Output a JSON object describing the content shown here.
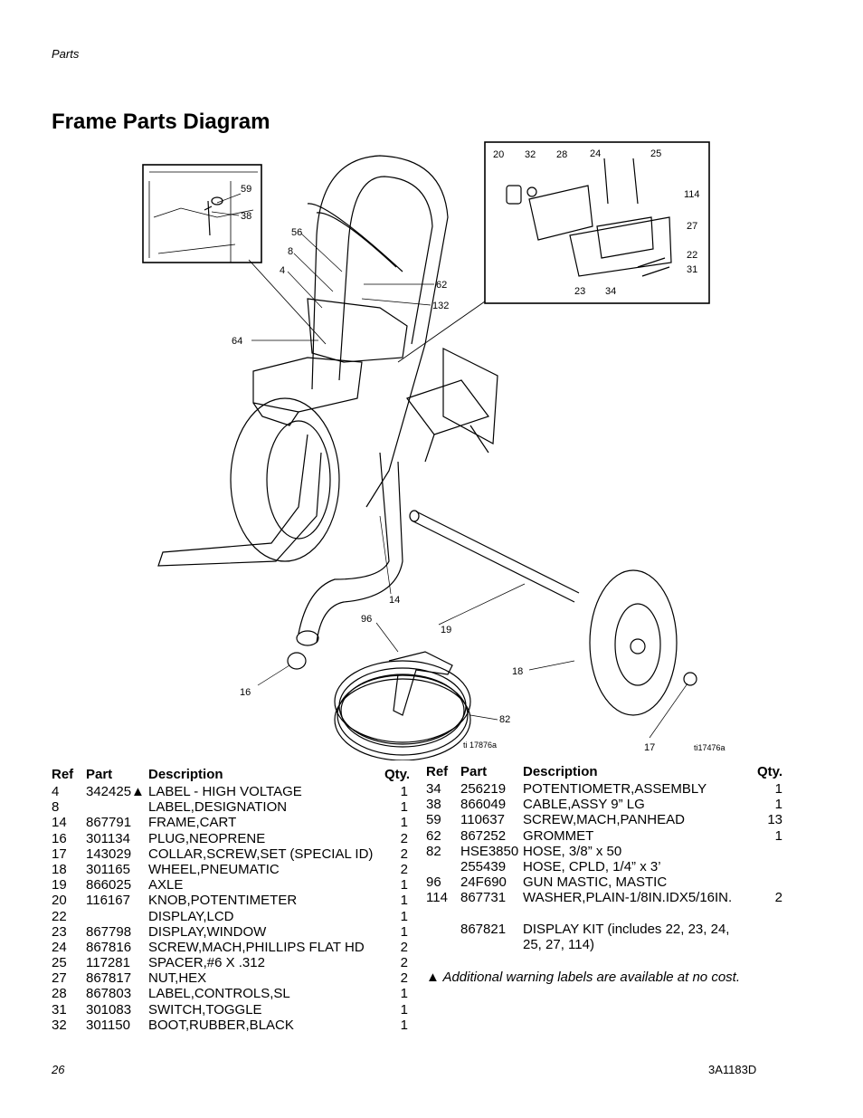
{
  "header": {
    "section": "Parts"
  },
  "title": "Frame Parts Diagram",
  "diagram": {
    "callouts": [
      "59",
      "38",
      "56",
      "8",
      "4",
      "62",
      "132",
      "64",
      "20",
      "32",
      "28",
      "24",
      "25",
      "114",
      "27",
      "22",
      "31",
      "23",
      "34",
      "14",
      "96",
      "19",
      "18",
      "16",
      "82",
      "17"
    ],
    "image_codes": [
      "ti 17876a",
      "ti17476a"
    ]
  },
  "table_headers": {
    "ref": "Ref",
    "part": "Part",
    "description": "Description",
    "qty": "Qty."
  },
  "parts_left": [
    {
      "ref": "4",
      "part": "342425▲",
      "desc": "LABEL - HIGH VOLTAGE",
      "qty": "1"
    },
    {
      "ref": "8",
      "part": "",
      "desc": "LABEL,DESIGNATION",
      "qty": "1"
    },
    {
      "ref": "14",
      "part": "867791",
      "desc": "FRAME,CART",
      "qty": "1"
    },
    {
      "ref": "16",
      "part": "301134",
      "desc": "PLUG,NEOPRENE",
      "qty": "2"
    },
    {
      "ref": "17",
      "part": "143029",
      "desc": "COLLAR,SCREW,SET (SPECIAL ID)",
      "qty": "2"
    },
    {
      "ref": "18",
      "part": "301165",
      "desc": "WHEEL,PNEUMATIC",
      "qty": "2"
    },
    {
      "ref": "19",
      "part": "866025",
      "desc": "AXLE",
      "qty": "1"
    },
    {
      "ref": "20",
      "part": "116167",
      "desc": "KNOB,POTENTIMETER",
      "qty": "1"
    },
    {
      "ref": "22",
      "part": "",
      "desc": "DISPLAY,LCD",
      "qty": "1"
    },
    {
      "ref": "23",
      "part": "867798",
      "desc": "DISPLAY,WINDOW",
      "qty": "1"
    },
    {
      "ref": "24",
      "part": "867816",
      "desc": "SCREW,MACH,PHILLIPS FLAT HD",
      "qty": "2"
    },
    {
      "ref": "25",
      "part": "117281",
      "desc": "SPACER,#6 X .312",
      "qty": "2"
    },
    {
      "ref": "27",
      "part": "867817",
      "desc": "NUT,HEX",
      "qty": "2"
    },
    {
      "ref": "28",
      "part": "867803",
      "desc": "LABEL,CONTROLS,SL",
      "qty": "1"
    },
    {
      "ref": "31",
      "part": "301083",
      "desc": "SWITCH,TOGGLE",
      "qty": "1"
    },
    {
      "ref": "32",
      "part": "301150",
      "desc": "BOOT,RUBBER,BLACK",
      "qty": "1"
    }
  ],
  "parts_right": [
    {
      "ref": "34",
      "part": "256219",
      "desc": "POTENTIOMETR,ASSEMBLY",
      "qty": "1"
    },
    {
      "ref": "38",
      "part": "866049",
      "desc": "CABLE,ASSY 9” LG",
      "qty": "1"
    },
    {
      "ref": "59",
      "part": "110637",
      "desc": "SCREW,MACH,PANHEAD",
      "qty": "13"
    },
    {
      "ref": "62",
      "part": "867252",
      "desc": "GROMMET",
      "qty": "1"
    },
    {
      "ref": "82",
      "part": "HSE3850",
      "desc": "HOSE, 3/8” x 50",
      "qty": ""
    },
    {
      "ref": "",
      "part": "255439",
      "desc": "HOSE, CPLD, 1/4” x 3’",
      "qty": ""
    },
    {
      "ref": "96",
      "part": "24F690",
      "desc": "GUN MASTIC, MASTIC",
      "qty": ""
    },
    {
      "ref": "114",
      "part": "867731",
      "desc": "WASHER,PLAIN-1/8IN.IDX5/16IN.",
      "qty": "2"
    },
    {
      "ref": "",
      "part": "",
      "desc": "",
      "qty": ""
    },
    {
      "ref": "",
      "part": "867821",
      "desc": "DISPLAY KIT (includes 22, 23, 24,",
      "qty": ""
    },
    {
      "ref": "",
      "part": "",
      "desc": "25, 27, 114)",
      "qty": ""
    }
  ],
  "footnote": "▲ Additional warning labels are available at no cost.",
  "footer": {
    "page_number": "26",
    "doc_id": "3A1183D"
  }
}
